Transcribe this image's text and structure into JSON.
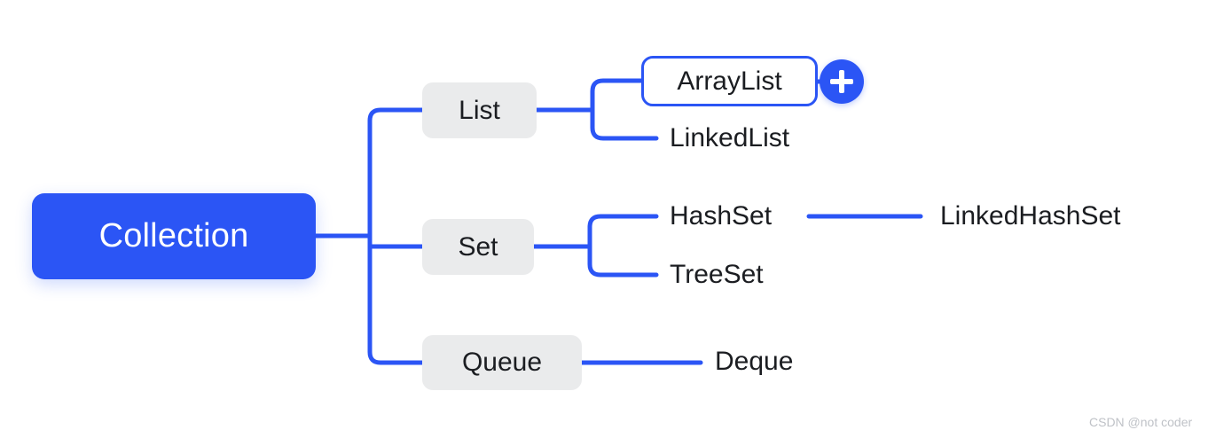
{
  "diagram": {
    "type": "mind-map",
    "title_node": "Collection",
    "accent_color": "#2B55F5",
    "node_gray_color": "#EAEBEC",
    "text_color": "#1B1D21",
    "background_color": "#FFFFFF",
    "root": {
      "label": "Collection",
      "style": "filled-blue"
    },
    "branches": [
      {
        "label": "List",
        "style": "gray-box",
        "children": [
          {
            "label": "ArrayList",
            "style": "selected-outline",
            "selected": true,
            "has_add_button": true
          },
          {
            "label": "LinkedList",
            "style": "plain-text",
            "selected": false
          }
        ]
      },
      {
        "label": "Set",
        "style": "gray-box",
        "children": [
          {
            "label": "HashSet",
            "style": "plain-text",
            "children": [
              {
                "label": "LinkedHashSet",
                "style": "plain-text"
              }
            ]
          },
          {
            "label": "TreeSet",
            "style": "plain-text"
          }
        ]
      },
      {
        "label": "Queue",
        "style": "gray-box",
        "children": [
          {
            "label": "Deque",
            "style": "plain-text"
          }
        ]
      }
    ]
  },
  "controls": {
    "add_button_label": "+",
    "add_button_name": "add-child-node"
  },
  "watermark": {
    "text": "CSDN @not coder"
  }
}
